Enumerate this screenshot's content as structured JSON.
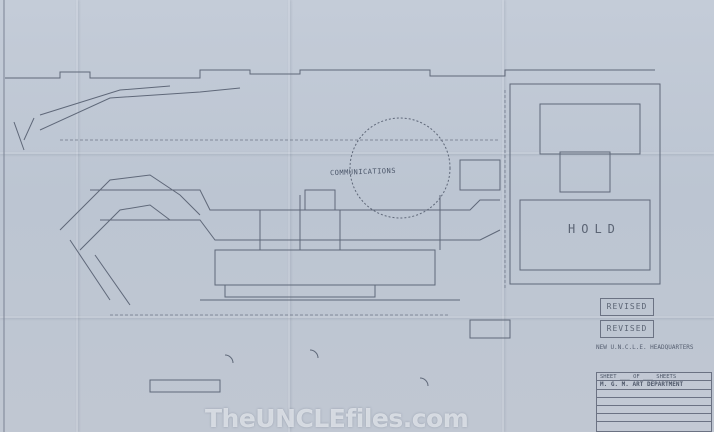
{
  "drawing": {
    "room_label": "COMMUNICATIONS",
    "hold_label": "HOLD",
    "revised_stamp": "REVISED",
    "revised_stamp_2": "REVISED",
    "notes": "NEW U.N.C.L.E. HEADQUARTERS",
    "title_block": {
      "sheet": "SHEET ___ OF ___ SHEETS",
      "department": "M. G. M. ART DEPARTMENT"
    }
  },
  "watermark": "TheUNCLEfiles.com",
  "colors": {
    "paper": "#c0c8d4",
    "ink": "#4a5568",
    "watermark": "#e6e9ee"
  }
}
